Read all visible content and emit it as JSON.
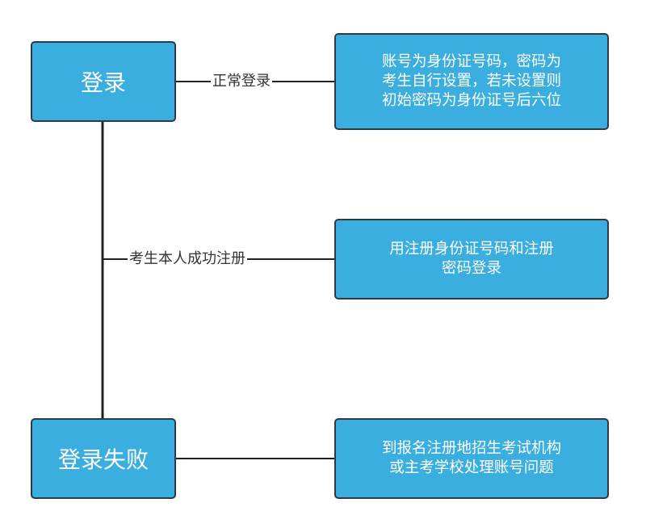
{
  "nodes": {
    "login": "登录",
    "login_failed": "登录失败",
    "account_info": "账号为身份证号码，密码为\n考生自行设置，若未设置则\n初始密码为身份证号后六位",
    "registered_login": "用注册身份证号码和注册\n密码登录",
    "contact_agency": "到报名注册地招生考试机构\n或主考学校处理账号问题"
  },
  "edges": {
    "normal_login": "正常登录",
    "self_registered": "考生本人成功注册"
  },
  "colors": {
    "node_fill": "#3aaedf",
    "node_border": "#2b3a44",
    "connector": "#222222"
  }
}
